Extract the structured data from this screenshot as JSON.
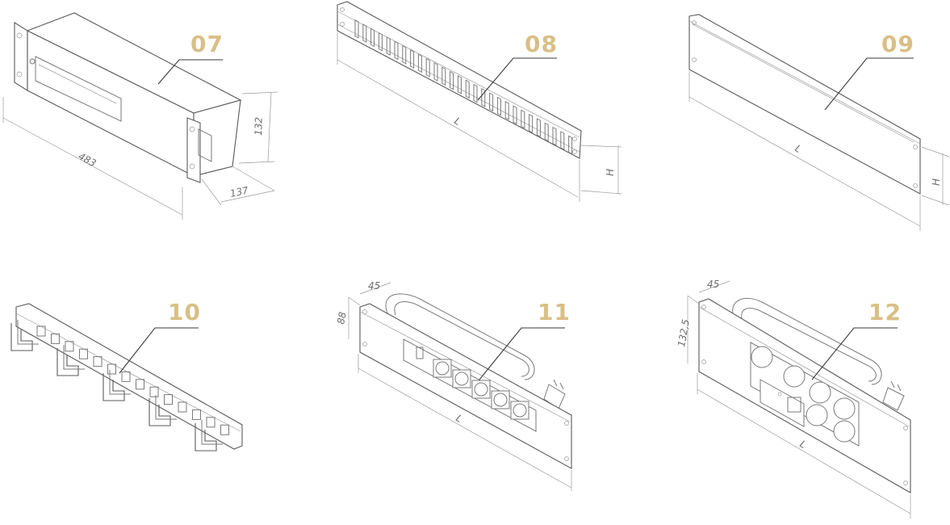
{
  "accent_color": "#d9bf86",
  "drawings": [
    {
      "id": "07",
      "number": "07",
      "dims": {
        "width": "483",
        "height": "132",
        "depth": "137"
      }
    },
    {
      "id": "08",
      "number": "08",
      "dims": {
        "length": "L",
        "height": "H"
      }
    },
    {
      "id": "09",
      "number": "09",
      "dims": {
        "length": "L",
        "height": "H"
      }
    },
    {
      "id": "10",
      "number": "10"
    },
    {
      "id": "11",
      "number": "11",
      "dims": {
        "depth": "45",
        "height": "88",
        "length": "L"
      }
    },
    {
      "id": "12",
      "number": "12",
      "dims": {
        "depth": "45",
        "height": "132,5",
        "length": "L"
      }
    }
  ]
}
